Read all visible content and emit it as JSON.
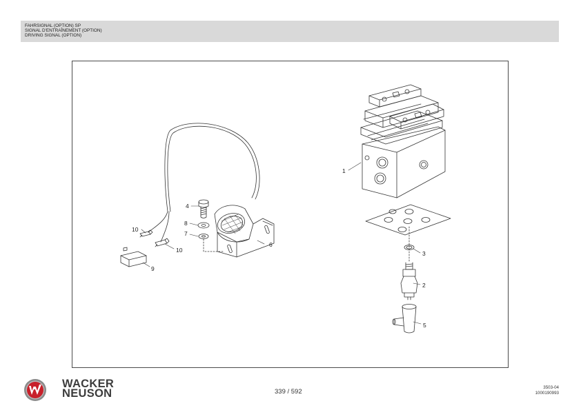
{
  "header": {
    "line1": "FAHRSIGNAL (OPTION) SP",
    "line2": "SIGNAL D'ENTRAÎNEMENT (OPTION)",
    "line3": "DRIVING SIGNAL (OPTION)"
  },
  "diagram": {
    "callouts": [
      "1",
      "2",
      "3",
      "4",
      "5",
      "6",
      "7",
      "8",
      "9",
      "10",
      "10"
    ]
  },
  "footer": {
    "brand_line1": "WACKER",
    "brand_line2": "NEUSON",
    "page": "339 / 592",
    "doc_code": "3503-04",
    "doc_number": "1000190993"
  },
  "colors": {
    "header_bg": "#d9d9d9",
    "logo_red": "#c8202a"
  }
}
